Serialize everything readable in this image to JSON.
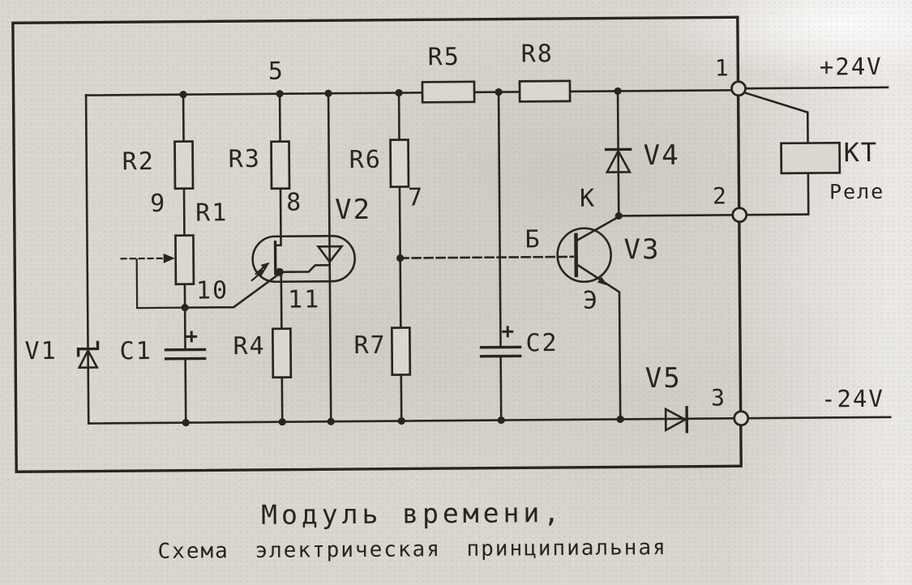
{
  "document": {
    "title": "Модуль времени,",
    "subtitle": "Схема электрическая принципиальная"
  },
  "rails": {
    "positive": "+24V",
    "negative": "-24V"
  },
  "terminals": {
    "t1": "1",
    "t2": "2",
    "t3": "3"
  },
  "nodes": {
    "n5": "5",
    "n7": "7",
    "n8": "8",
    "n9": "9",
    "n10": "10",
    "n11": "11"
  },
  "components": {
    "resistors": {
      "r1": "R1",
      "r2": "R2",
      "r3": "R3",
      "r4": "R4",
      "r5": "R5",
      "r6": "R6",
      "r7": "R7",
      "r8": "R8"
    },
    "capacitors": {
      "c1": "C1",
      "c2": "C2",
      "polarity_mark": "+"
    },
    "semiconductors": {
      "v1": "V1",
      "v2": "V2",
      "v3": "V3",
      "v4": "V4",
      "v5": "V5"
    },
    "relay": {
      "designator": "KT",
      "caption": "Реле"
    }
  },
  "transistor_pins": {
    "base": "Б",
    "collector": "К",
    "emitter": "Э"
  },
  "colors": {
    "paper": "#dad6d0",
    "ink": "#29241e"
  }
}
